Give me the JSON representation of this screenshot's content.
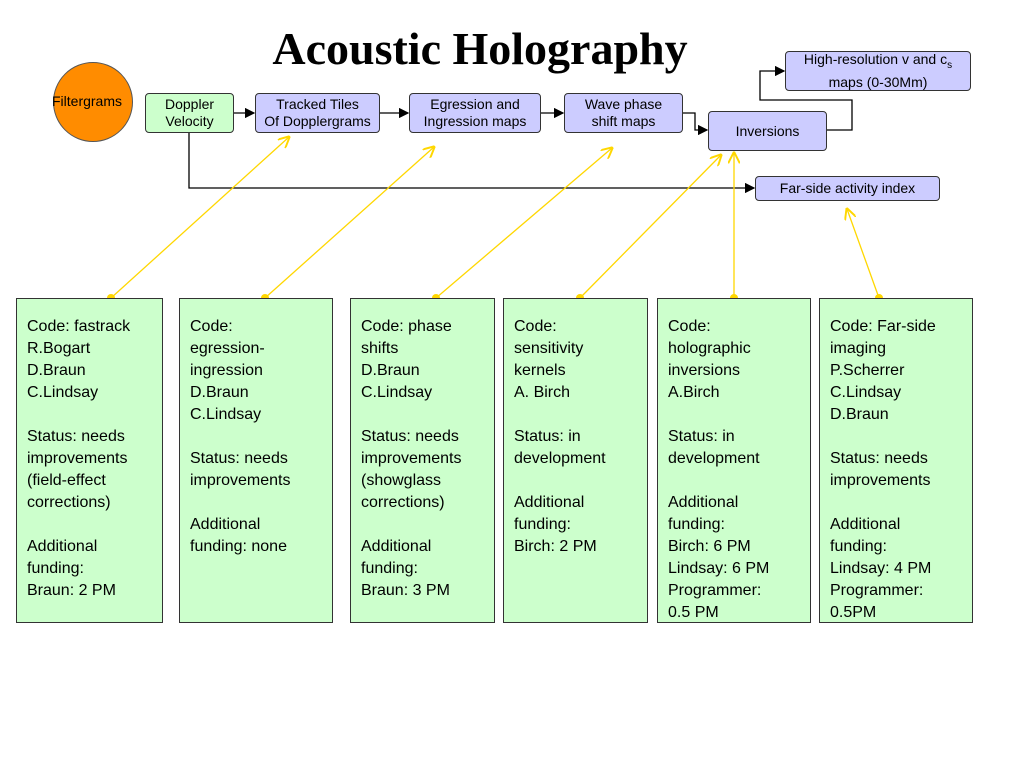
{
  "title": "Acoustic Holography",
  "nodes": {
    "filtergrams": "Filtergrams",
    "doppler": [
      "Doppler",
      "Velocity"
    ],
    "tracked": [
      "Tracked Tiles",
      "Of Dopplergrams"
    ],
    "egression": [
      "Egression and",
      "Ingression maps"
    ],
    "wave": [
      "Wave phase",
      "shift maps"
    ],
    "inversions": "Inversions",
    "highres_line1_pre": "High-resolution v and c",
    "highres_line1_sub": "s",
    "highres_line2": "maps (0-30Mm)",
    "farside": "Far-side activity index"
  },
  "boxes": [
    {
      "text": "Code: fastrack\nR.Bogart\nD.Braun\nC.Lindsay\n\nStatus: needs\nimprovements\n(field-effect\ncorrections)\n\nAdditional\nfunding:\nBraun: 2 PM"
    },
    {
      "text": "Code:\negression-\ningression\nD.Braun\nC.Lindsay\n\nStatus: needs\nimprovements\n\nAdditional\nfunding: none"
    },
    {
      "text": "Code: phase\nshifts\nD.Braun\nC.Lindsay\n\nStatus: needs\nimprovements\n(showglass\ncorrections)\n\nAdditional\nfunding:\nBraun: 3 PM"
    },
    {
      "text": "Code:\nsensitivity\nkernels\nA. Birch\n\nStatus: in\ndevelopment\n\nAdditional\nfunding:\nBirch: 2 PM"
    },
    {
      "text": "Code:\nholographic\ninversions\nA.Birch\n\nStatus: in\ndevelopment\n\nAdditional\nfunding:\nBirch: 6 PM\nLindsay: 6 PM\nProgrammer:\n0.5 PM"
    },
    {
      "text": "Code: Far-side\nimaging\nP.Scherrer\nC.Lindsay\nD.Braun\n\nStatus: needs\nimprovements\n\nAdditional\nfunding:\nLindsay: 4 PM\nProgrammer:\n0.5PM"
    }
  ],
  "colors": {
    "node_green": "#ccffcc",
    "node_blue": "#ccccff",
    "circle": "#ff8c00",
    "link_yellow": "#ffd700"
  }
}
